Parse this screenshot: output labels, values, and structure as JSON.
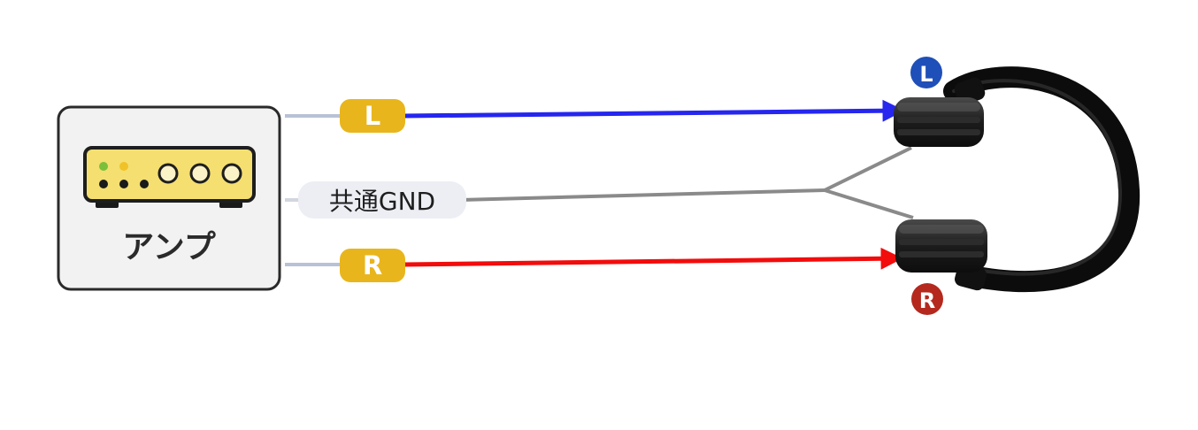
{
  "amp": {
    "label": "アンプ"
  },
  "channels": {
    "left": {
      "tag": "L",
      "color": "#2626ef"
    },
    "right": {
      "tag": "R",
      "color": "#f20c0c"
    },
    "gnd": {
      "label": "共通GND",
      "color": "#8a8a8a"
    }
  },
  "headphones": {
    "left_badge": "L",
    "right_badge": "R",
    "left_badge_color": "#1f4fb8",
    "right_badge_color": "#b4281e"
  },
  "colors": {
    "tag_fill": "#e8b61c",
    "amp_panel": "#f4df70",
    "amp_box_fill": "#f2f2f2",
    "amp_box_stroke": "#2a2a2a"
  }
}
